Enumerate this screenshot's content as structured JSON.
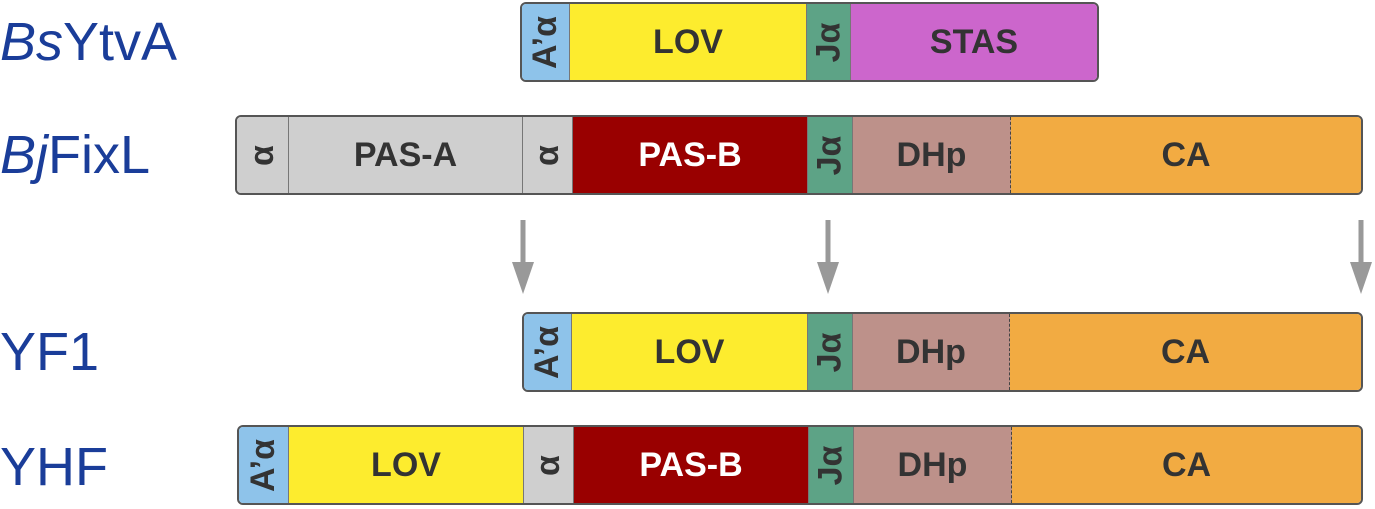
{
  "colors": {
    "alpha_blue": "#8ec3ea",
    "lov_yellow": "#fdec2e",
    "jalpha_green": "#5da386",
    "stas_magenta": "#cc66cc",
    "grey": "#cfcfcf",
    "pasb_red": "#990000",
    "dhp_rose": "#bd918a",
    "ca_orange": "#f2ab42",
    "label_blue": "#1a3d99",
    "arrow_grey": "#999999"
  },
  "proteins": {
    "bsytva": {
      "label_prefix": "Bs",
      "label_suffix": "YtvA",
      "domains": [
        "A’α",
        "LOV",
        "Jα",
        "STAS"
      ]
    },
    "bjfixl": {
      "label_prefix": "Bj",
      "label_suffix": "FixL",
      "domains": [
        "α",
        "PAS-A",
        "α",
        "PAS-B",
        "Jα",
        "DHp",
        "CA"
      ]
    },
    "yf1": {
      "label": "YF1",
      "domains": [
        "A’α",
        "LOV",
        "Jα",
        "DHp",
        "CA"
      ]
    },
    "yhf": {
      "label": "YHF",
      "domains": [
        "A’α",
        "LOV",
        "α",
        "PAS-B",
        "Jα",
        "DHp",
        "CA"
      ]
    }
  },
  "arrows": [
    "down-arrow",
    "down-arrow",
    "down-arrow"
  ]
}
